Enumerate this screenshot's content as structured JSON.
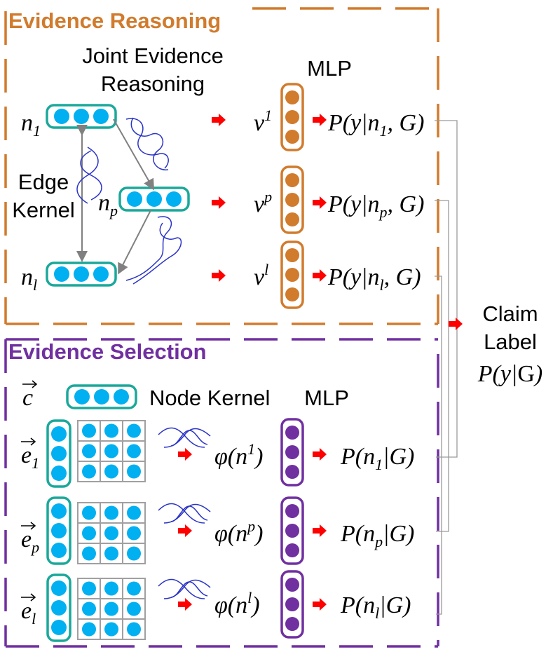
{
  "sections": {
    "reasoning_title": "Evidence Reasoning",
    "selection_title": "Evidence Selection"
  },
  "labels": {
    "joint_line1": "Joint Evidence",
    "joint_line2": "Reasoning",
    "mlp_top": "MLP",
    "edge_line1": "Edge",
    "edge_line2": "Kernel",
    "node_kernel": "Node Kernel",
    "mlp_bottom": "MLP",
    "claim_line1": "Claim",
    "claim_line2": "Label"
  },
  "math": {
    "n1": "n",
    "n1_sub": "1",
    "np": "n",
    "np_sub": "p",
    "nl": "n",
    "nl_sub": "l",
    "v1": "v",
    "v1_sup": "1",
    "vp": "v",
    "vp_sup": "p",
    "vl": "v",
    "vl_sup": "l",
    "py1_a": "P(y|n",
    "py1_sub": "1",
    "py1_b": ", G)",
    "pyp_a": "P(y|n",
    "pyp_sub": "p",
    "pyp_b": ", G)",
    "pyl_a": "P(y|n",
    "pyl_sub": "l",
    "pyl_b": ", G)",
    "c_vec": "c",
    "e1": "e",
    "e1_sub": "1",
    "ep": "e",
    "ep_sub": "p",
    "el": "e",
    "el_sub": "l",
    "phi1_a": "φ(n",
    "phi1_sup": "1",
    "phi1_b": ")",
    "phip_a": "φ(n",
    "phip_sup": "p",
    "phip_b": ")",
    "phil_a": "φ(n",
    "phil_sup": "l",
    "phil_b": ")",
    "pn1_a": "P(n",
    "pn1_sub": "1",
    "pn1_b": "|G)",
    "pnp_a": "P(n",
    "pnp_sub": "p",
    "pnp_b": "|G)",
    "pnl_a": "P(n",
    "pnl_sub": "l",
    "pnl_b": "|G)",
    "pyG_a": "P(y|",
    "pyG_b": "G",
    "pyG_c": ")"
  },
  "colors": {
    "orange": "#d17b2d",
    "purple": "#7030a0",
    "teal": "#1aa89a",
    "node_blue": "#00b0f0",
    "red": "#ff0000",
    "gray": "#808080",
    "wave_blue": "#2a33c7"
  }
}
